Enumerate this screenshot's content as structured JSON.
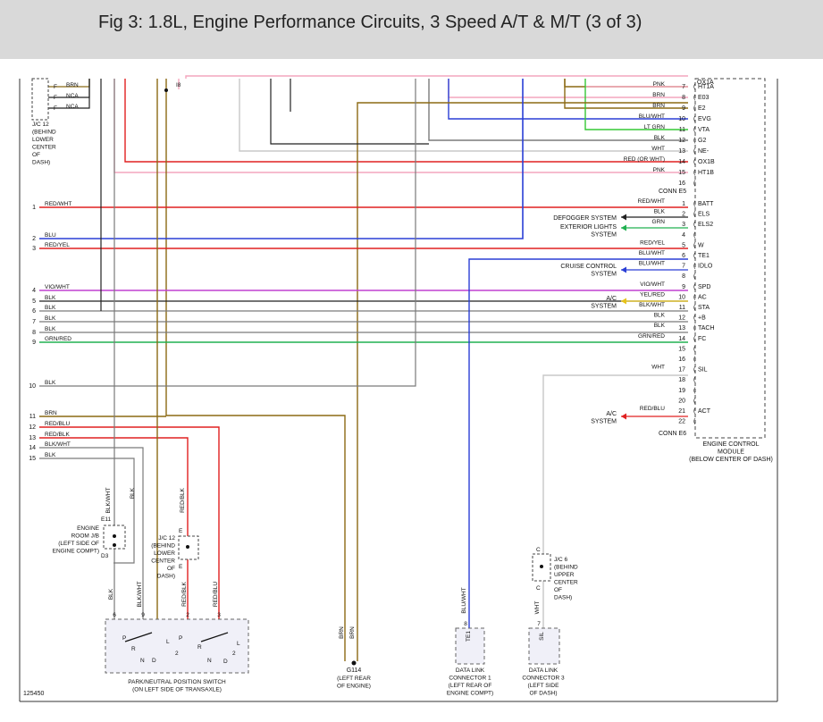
{
  "header": {
    "title": "Fig 3: 1.8L, Engine Performance Circuits, 3 Speed A/T & M/T (3 of 3)"
  },
  "figure_id": "125450",
  "colors": {
    "pnk": "#f4a6bd",
    "brn": "#8b6a14",
    "red": "#e02020",
    "blu": "#2a3fd6",
    "vio": "#c040d0",
    "grn": "#20b050",
    "ltgrn": "#35c835",
    "gray": "#7a7a7a",
    "wht": "#c8c8c8",
    "yel": "#e6c21a",
    "black": "#222222"
  },
  "ecm": {
    "title": [
      "ENGINE CONTROL",
      "MODULE",
      "(BELOW CENTER OF DASH)"
    ],
    "conn_b": "CONN E5",
    "conn_e": "CONN E6",
    "e5_pins": [
      {
        "n": "7",
        "t": "HT1A",
        "wire": "PNK"
      },
      {
        "n": "8",
        "t": "E03",
        "wire": "BRN"
      },
      {
        "n": "9",
        "t": "E2",
        "wire": "BRN"
      },
      {
        "n": "10",
        "t": "EVG",
        "wire": "BLU/WHT"
      },
      {
        "n": "11",
        "t": "VTA",
        "wire": "LT GRN"
      },
      {
        "n": "12",
        "t": "G2",
        "wire": "BLK"
      },
      {
        "n": "13",
        "t": "NE-",
        "wire": "WHT"
      },
      {
        "n": "14",
        "t": "OX1B",
        "wire": "RED (OR WHT)"
      },
      {
        "n": "15",
        "t": "HT1B",
        "wire": "PNK"
      },
      {
        "n": "16",
        "t": "",
        "wire": ""
      }
    ],
    "e6_pins": [
      {
        "n": "1",
        "t": "BATT",
        "wire": "RED/WHT"
      },
      {
        "n": "2",
        "t": "ELS",
        "wire": "BLK"
      },
      {
        "n": "3",
        "t": "ELS2",
        "wire": "GRN"
      },
      {
        "n": "4",
        "t": "",
        "wire": ""
      },
      {
        "n": "5",
        "t": "W",
        "wire": "RED/YEL"
      },
      {
        "n": "6",
        "t": "TE1",
        "wire": "BLU/WHT"
      },
      {
        "n": "7",
        "t": "IDLO",
        "wire": "BLU/WHT"
      },
      {
        "n": "8",
        "t": "",
        "wire": ""
      },
      {
        "n": "9",
        "t": "SPD",
        "wire": "VIO/WHT"
      },
      {
        "n": "10",
        "t": "AC",
        "wire": "YEL/RED"
      },
      {
        "n": "11",
        "t": "STA",
        "wire": "BLK/WHT"
      },
      {
        "n": "12",
        "t": "+B",
        "wire": "BLK"
      },
      {
        "n": "13",
        "t": "TACH",
        "wire": "BLK"
      },
      {
        "n": "14",
        "t": "FC",
        "wire": "GRN/RED"
      },
      {
        "n": "15",
        "t": "",
        "wire": ""
      },
      {
        "n": "16",
        "t": "",
        "wire": ""
      },
      {
        "n": "17",
        "t": "SIL",
        "wire": "WHT"
      },
      {
        "n": "18",
        "t": "",
        "wire": ""
      },
      {
        "n": "19",
        "t": "",
        "wire": ""
      },
      {
        "n": "20",
        "t": "",
        "wire": ""
      },
      {
        "n": "21",
        "t": "ACT",
        "wire": "RED/BLU"
      },
      {
        "n": "22",
        "t": "",
        "wire": ""
      }
    ],
    "top_partial": "OX1A"
  },
  "left_rows": [
    {
      "n": "1",
      "wire": "RED/WHT"
    },
    {
      "n": "2",
      "wire": "BLU"
    },
    {
      "n": "3",
      "wire": "RED/YEL"
    },
    {
      "n": "4",
      "wire": "VIO/WHT"
    },
    {
      "n": "5",
      "wire": "BLK"
    },
    {
      "n": "6",
      "wire": "BLK"
    },
    {
      "n": "7",
      "wire": "BLK"
    },
    {
      "n": "8",
      "wire": "BLK"
    },
    {
      "n": "9",
      "wire": "GRN/RED"
    },
    {
      "n": "10",
      "wire": "BLK"
    },
    {
      "n": "11",
      "wire": "BRN"
    },
    {
      "n": "12",
      "wire": "RED/BLU"
    },
    {
      "n": "13",
      "wire": "RED/BLK"
    },
    {
      "n": "14",
      "wire": "BLK/WHT"
    },
    {
      "n": "15",
      "wire": "BLK"
    }
  ],
  "jc12_top": {
    "rows": [
      {
        "pin": "F",
        "wire": "BRN"
      },
      {
        "pin": "F",
        "wire": "NCA"
      },
      {
        "pin": "F",
        "wire": "NCA"
      }
    ],
    "caption": [
      "J/C 12",
      "(BEHIND",
      "LOWER",
      "CENTER",
      "OF",
      "DASH)"
    ],
    "i8": "I8"
  },
  "destinations": {
    "defogger": [
      "DEFOGGER SYSTEM"
    ],
    "exterior": [
      "EXTERIOR LIGHTS",
      "SYSTEM"
    ],
    "cruise": [
      "CRUISE CONTROL",
      "SYSTEM"
    ],
    "ac": [
      "A/C",
      "SYSTEM"
    ],
    "ac2": [
      "A/C",
      "SYSTEM"
    ]
  },
  "engine_room_jb": {
    "pin_top": "E11",
    "pin_bottom": "D3",
    "caption": [
      "ENGINE",
      "ROOM J/B",
      "(LEFT SIDE OF",
      "ENGINE COMPT)"
    ],
    "wire_left": "BLK/WHT",
    "wire_right": "BLK"
  },
  "jc12_bottom": {
    "pin_top": "E",
    "pin_bottom": "E",
    "caption": [
      "J/C 12",
      "(BEHIND",
      "LOWER",
      "CENTER",
      "OF",
      "DASH)"
    ],
    "wire": "RED/BLK"
  },
  "pnp": {
    "caption": [
      "PARK/NEUTRAL POSITION SWITCH",
      "(ON LEFT SIDE OF TRANSAXLE)"
    ],
    "pins": [
      {
        "n": "6",
        "wire": "BLK"
      },
      {
        "n": "9",
        "wire": "BLK/WHT"
      },
      {
        "n": "2",
        "wire": "RED/BLK"
      },
      {
        "n": "3",
        "wire": "RED/BLU"
      }
    ],
    "left_letters": [
      "P",
      "R",
      "N",
      "D",
      "L",
      "2"
    ],
    "right_letters": [
      "P",
      "R",
      "N",
      "D",
      "L",
      "2"
    ]
  },
  "g114": {
    "label": "G114",
    "caption": [
      "(LEFT REAR",
      "OF ENGINE)"
    ],
    "wires": [
      "BRN",
      "BRN"
    ]
  },
  "dlc1": {
    "wire": "BLU/WHT",
    "pin": "8",
    "term": "TE1",
    "caption": [
      "DATA LINK",
      "CONNECTOR 1",
      "(LEFT REAR OF",
      "ENGINE COMPT)"
    ]
  },
  "jc6": {
    "pin_top": "C",
    "pin_bottom": "C",
    "caption": [
      "J/C 6",
      "(BEHIND",
      "UPPER",
      "CENTER",
      "OF",
      "DASH)"
    ]
  },
  "dlc3": {
    "wire": "WHT",
    "pin": "7",
    "term": "SIL",
    "caption": [
      "DATA LINK",
      "CONNECTOR 3",
      "(LEFT SIDE",
      "OF DASH)"
    ]
  }
}
